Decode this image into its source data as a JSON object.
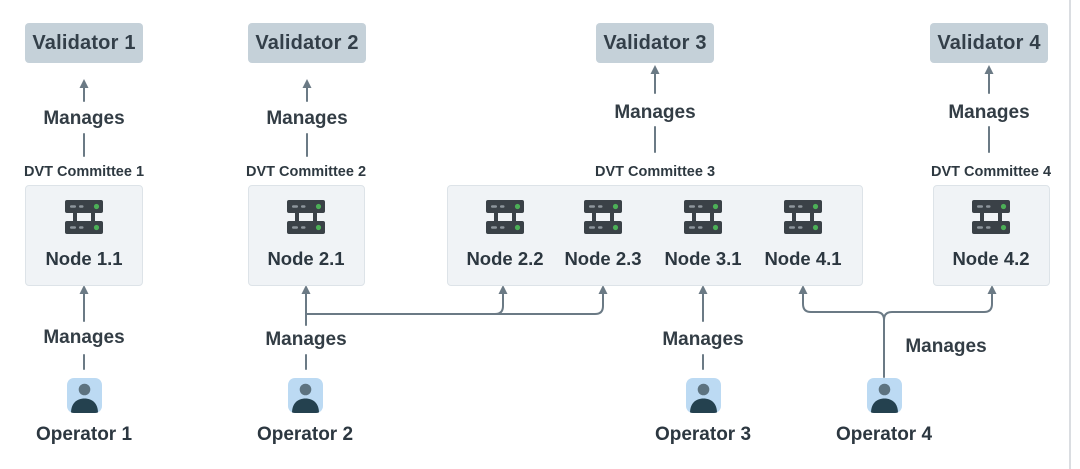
{
  "labels": {
    "manages": "Manages"
  },
  "validators": [
    "Validator 1",
    "Validator 2",
    "Validator 3",
    "Validator 4"
  ],
  "committees": [
    {
      "label": "DVT Committee 1",
      "nodes": [
        "Node 1.1"
      ]
    },
    {
      "label": "DVT Committee 2",
      "nodes": [
        "Node 2.1"
      ]
    },
    {
      "label": "DVT Committee 3",
      "nodes": [
        "Node 2.2",
        "Node 2.3",
        "Node 3.1",
        "Node 4.1"
      ]
    },
    {
      "label": "DVT Committee 4",
      "nodes": [
        "Node 4.2"
      ]
    }
  ],
  "operators": [
    "Operator 1",
    "Operator 2",
    "Operator 3",
    "Operator 4"
  ],
  "relationships": {
    "committee_manages_validator": [
      {
        "from": "DVT Committee 1",
        "to": "Validator 1",
        "label": "Manages"
      },
      {
        "from": "DVT Committee 2",
        "to": "Validator 2",
        "label": "Manages"
      },
      {
        "from": "DVT Committee 3",
        "to": "Validator 3",
        "label": "Manages"
      },
      {
        "from": "DVT Committee 4",
        "to": "Validator 4",
        "label": "Manages"
      }
    ],
    "operator_manages_nodes": [
      {
        "from": "Operator 1",
        "to": [
          "Node 1.1"
        ],
        "label": "Manages"
      },
      {
        "from": "Operator 2",
        "to": [
          "Node 2.1",
          "Node 2.2",
          "Node 2.3"
        ],
        "label": "Manages"
      },
      {
        "from": "Operator 3",
        "to": [
          "Node 3.1"
        ],
        "label": "Manages"
      },
      {
        "from": "Operator 4",
        "to": [
          "Node 4.1",
          "Node 4.2"
        ],
        "label": "Manages"
      }
    ]
  },
  "icons": {
    "node": "server-rack-icon",
    "operator": "person-icon"
  },
  "colors": {
    "validator_fill": "#c5d1d9",
    "validator_text": "#333f49",
    "committee_fill": "#f0f3f6",
    "committee_border": "#dde3e8",
    "line_gray": "#6b7a85",
    "operator_icon_bg": "#bcdaf3",
    "operator_person_body": "#24414f",
    "operator_person_head": "#5d7380",
    "server_icon_body": "#3a4147",
    "server_led_green": "#4caf57",
    "text_dark": "#2c3740"
  }
}
